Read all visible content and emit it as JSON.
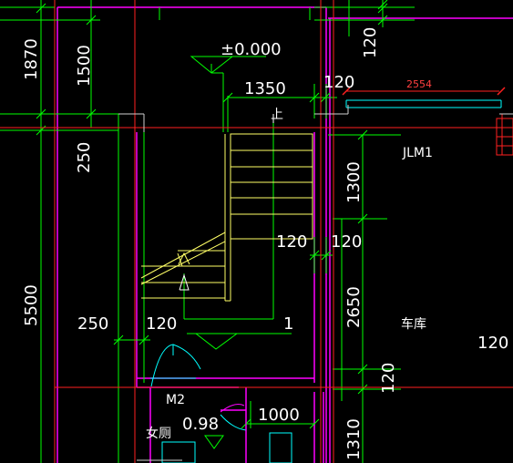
{
  "drawing": {
    "colors": {
      "background": "#000000",
      "wall": "#ff00ff",
      "dimension": "#00ff00",
      "axis": "#ff2020",
      "stair": "#ffff66",
      "text": "#ffffff",
      "cyan": "#00ffff"
    },
    "elevation": "±0.000",
    "dims": {
      "d1870": "1870",
      "d1500": "1500",
      "d250_left": "250",
      "d5500": "5500",
      "d250_bottom": "250",
      "d120_bottom": "120",
      "d1350": "1350",
      "d120_top_mid": "120",
      "d120_top_right": "120",
      "d2554": "2554",
      "d1300": "1300",
      "d120_mid_left": "120",
      "d120_mid_right": "120",
      "d2650": "2650",
      "d120_lower": "120",
      "d1310": "1310",
      "d1000": "1000",
      "d120_garage": "120"
    },
    "labels": {
      "up": "上",
      "floor_no": "1",
      "door_jlm": "JLM1",
      "garage": "车库",
      "door_m2": "M2",
      "womens_restroom": "女厕",
      "slope": "0.98"
    }
  }
}
